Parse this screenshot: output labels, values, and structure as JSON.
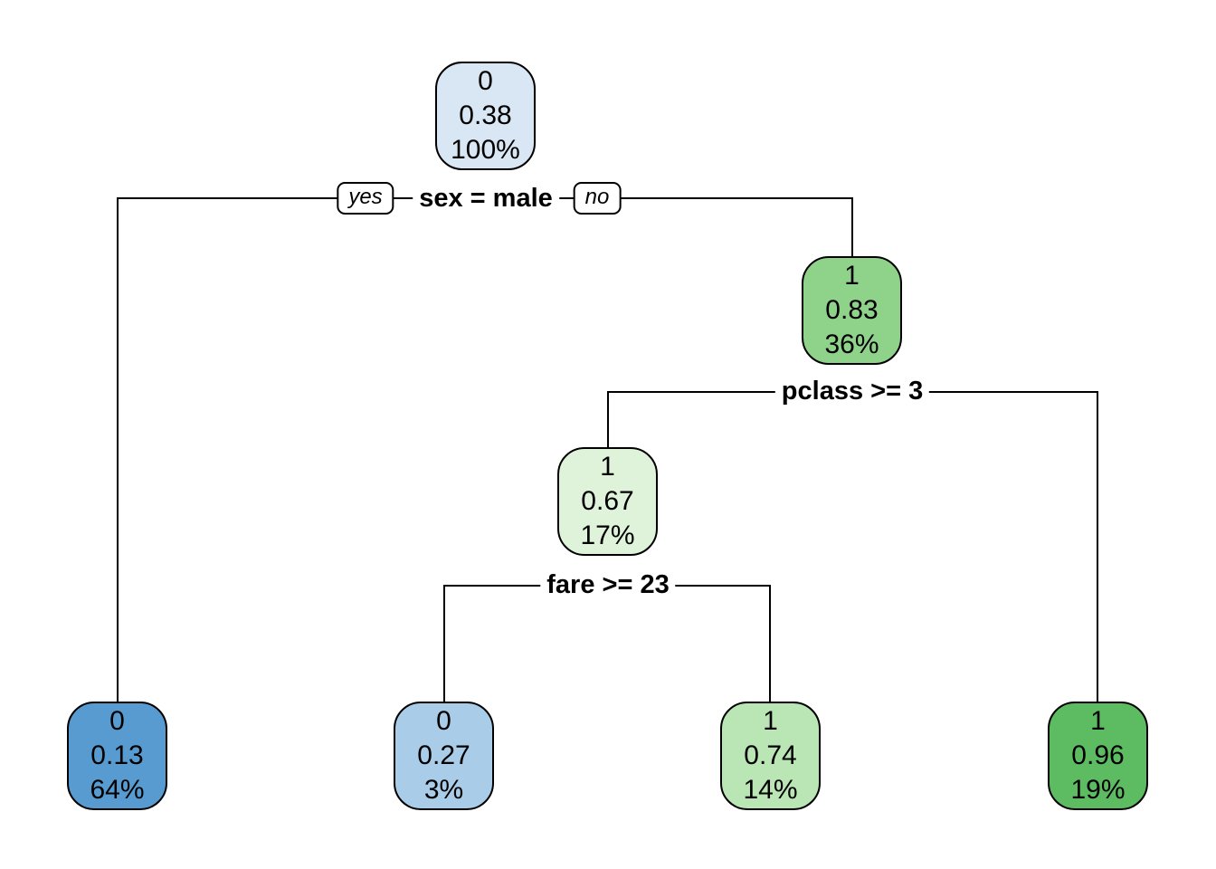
{
  "figure": {
    "background": "#ffffff",
    "line_color": "#000000",
    "text_color": "#000000"
  },
  "branch_labels": {
    "yes": "yes",
    "no": "no"
  },
  "splits": [
    {
      "condition": "sex = male"
    },
    {
      "condition": "pclass >= 3"
    },
    {
      "condition": "fare >= 23"
    }
  ],
  "nodes": [
    {
      "id": "root",
      "class": "0",
      "prob": "0.38",
      "cover": "100%",
      "fill": "#d9e6f4"
    },
    {
      "id": "sex-no",
      "class": "1",
      "prob": "0.83",
      "cover": "36%",
      "fill": "#8fd38b"
    },
    {
      "id": "pclass-yes",
      "class": "1",
      "prob": "0.67",
      "cover": "17%",
      "fill": "#dff2da"
    },
    {
      "id": "leaf-sex-yes",
      "class": "0",
      "prob": "0.13",
      "cover": "64%",
      "fill": "#579bd0"
    },
    {
      "id": "leaf-fare-yes",
      "class": "0",
      "prob": "0.27",
      "cover": "3%",
      "fill": "#a9cde8"
    },
    {
      "id": "leaf-fare-no",
      "class": "1",
      "prob": "0.74",
      "cover": "14%",
      "fill": "#bae5b5"
    },
    {
      "id": "leaf-pclass-no",
      "class": "1",
      "prob": "0.96",
      "cover": "19%",
      "fill": "#5dbc62"
    }
  ]
}
